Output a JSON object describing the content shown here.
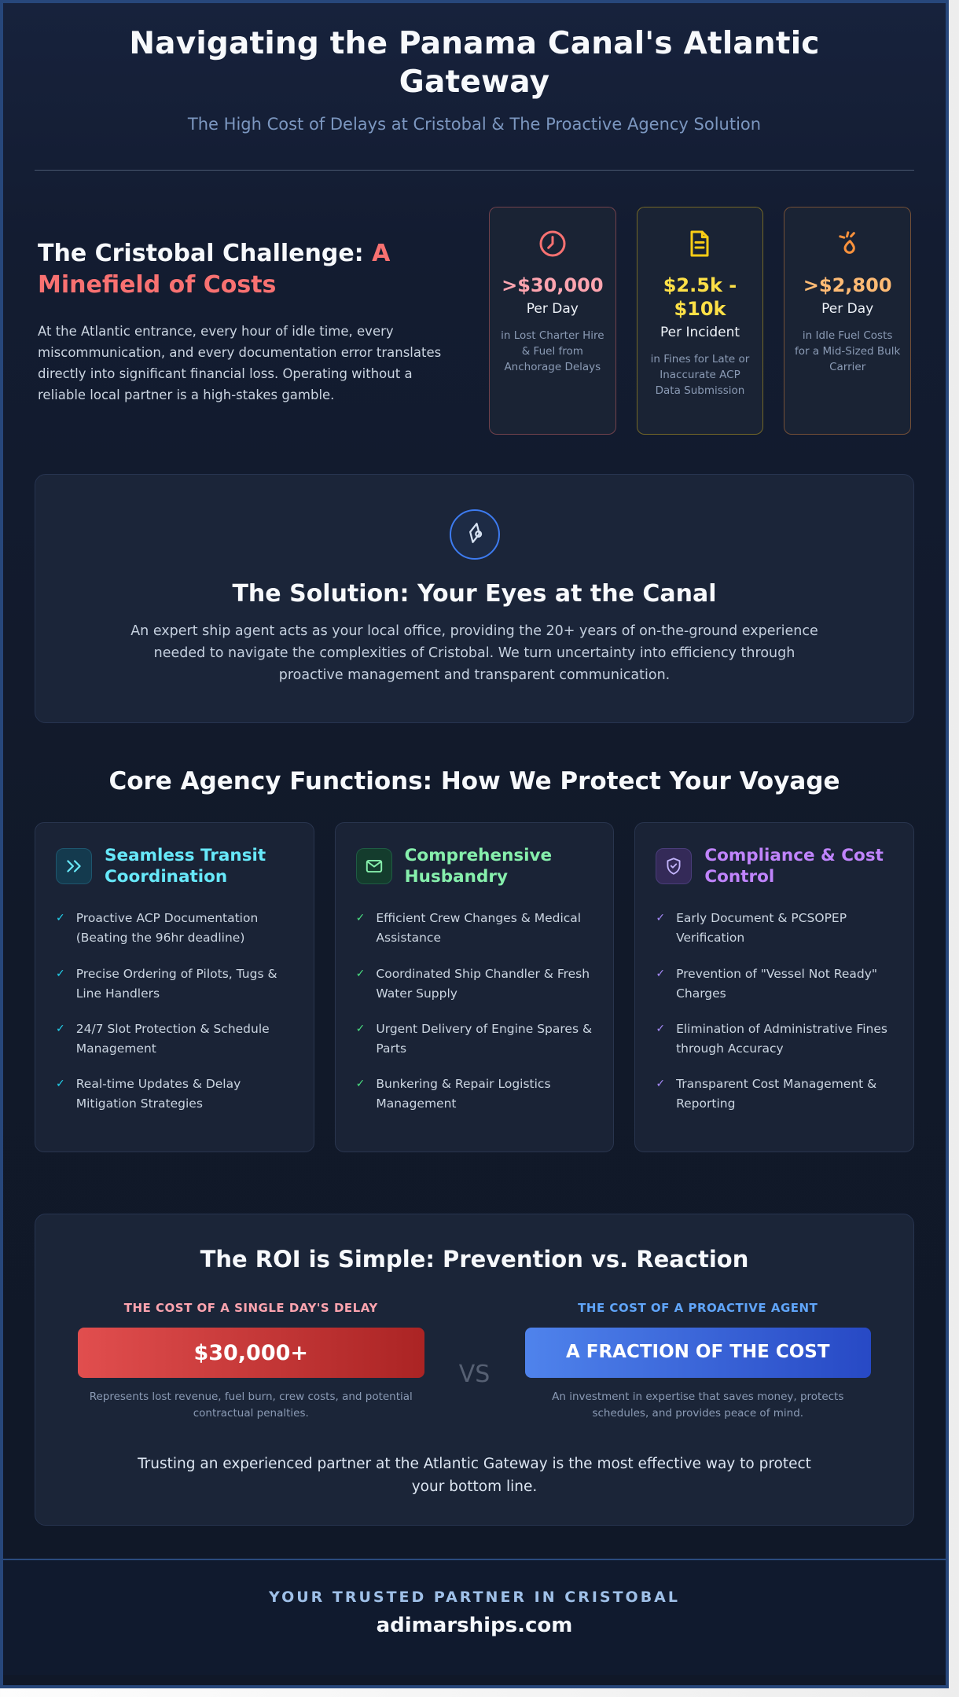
{
  "header": {
    "title": "Navigating the Panama Canal's Atlantic Gateway",
    "subtitle": "The High Cost of Delays at Cristobal & The Proactive Agency Solution"
  },
  "challenge": {
    "heading_white": "The Cristobal Challenge: ",
    "heading_accent": "A Minefield of Costs",
    "body": "At the Atlantic entrance, every hour of idle time, every miscommunication, and every documentation error translates directly into significant financial loss. Operating without a reliable local partner is a high-stakes gamble.",
    "stats": [
      {
        "icon": "clock-icon",
        "value": ">$30,000",
        "unit": "Per Day",
        "caption": "in Lost Charter Hire & Fuel from Anchorage Delays",
        "accent": "#f87171"
      },
      {
        "icon": "document-icon",
        "value": "$2.5k - $10k",
        "unit": "Per Incident",
        "caption": "in Fines for Late or Inaccurate ACP Data Submission",
        "accent": "#facc15"
      },
      {
        "icon": "fuel-drop-icon",
        "value": ">$2,800",
        "unit": "Per Day",
        "caption": "in Idle Fuel Costs for a Mid-Sized Bulk Carrier",
        "accent": "#fb923c"
      }
    ]
  },
  "solution": {
    "icon": "navigation-icon",
    "heading": "The Solution: Your Eyes at the Canal",
    "body": "An expert ship agent acts as your local office, providing the 20+ years of on-the-ground experience needed to navigate the complexities of Cristobal. We turn uncertainty into efficiency through proactive management and transparent communication."
  },
  "functions": {
    "heading": "Core Agency Functions: How We Protect Your Voyage",
    "check_glyph": "✓",
    "cards": [
      {
        "icon": "chevrons-right-icon",
        "title": "Seamless Transit Coordination",
        "accent": "#67e8f9",
        "items": [
          "Proactive ACP Documentation (Beating the 96hr deadline)",
          "Precise Ordering of Pilots, Tugs & Line Handlers",
          "24/7 Slot Protection & Schedule Management",
          "Real-time Updates & Delay Mitigation Strategies"
        ]
      },
      {
        "icon": "mail-icon",
        "title": "Comprehensive Husbandry",
        "accent": "#86efac",
        "items": [
          "Efficient Crew Changes & Medical Assistance",
          "Coordinated Ship Chandler & Fresh Water Supply",
          "Urgent Delivery of Engine Spares & Parts",
          "Bunkering & Repair Logistics Management"
        ]
      },
      {
        "icon": "shield-check-icon",
        "title": "Compliance & Cost Control",
        "accent": "#c084fc",
        "items": [
          "Early Document & PCSOPEP Verification",
          "Prevention of \"Vessel Not Ready\" Charges",
          "Elimination of Administrative Fines through Accuracy",
          "Transparent Cost Management & Reporting"
        ]
      }
    ]
  },
  "roi": {
    "heading": "The ROI is Simple: Prevention vs. Reaction",
    "left": {
      "label": "THE COST OF A SINGLE DAY'S DELAY",
      "box": "$30,000+",
      "box_color": "#dc2626",
      "caption": "Represents lost revenue, fuel burn, crew costs, and potential contractual penalties."
    },
    "vs": "VS",
    "right": {
      "label": "THE COST OF A PROACTIVE AGENT",
      "box": "A FRACTION OF THE COST",
      "box_color": "#2563eb",
      "caption": "An investment in expertise that saves money, protects schedules, and provides peace of mind."
    },
    "closing": "Trusting an experienced partner at the Atlantic Gateway is the most effective way to protect your bottom line."
  },
  "footer": {
    "tagline": "YOUR TRUSTED PARTNER IN CRISTOBAL",
    "site": "adimarships.com"
  },
  "colors": {
    "page_background": "#111929",
    "page_border": "#27477b",
    "card_background": "#1a2336",
    "accent_red": "#f87171",
    "accent_yellow": "#facc15",
    "accent_orange": "#fb923c",
    "accent_cyan": "#67e8f9",
    "accent_green": "#86efac",
    "accent_purple": "#c084fc",
    "accent_blue": "#3b82f6"
  }
}
